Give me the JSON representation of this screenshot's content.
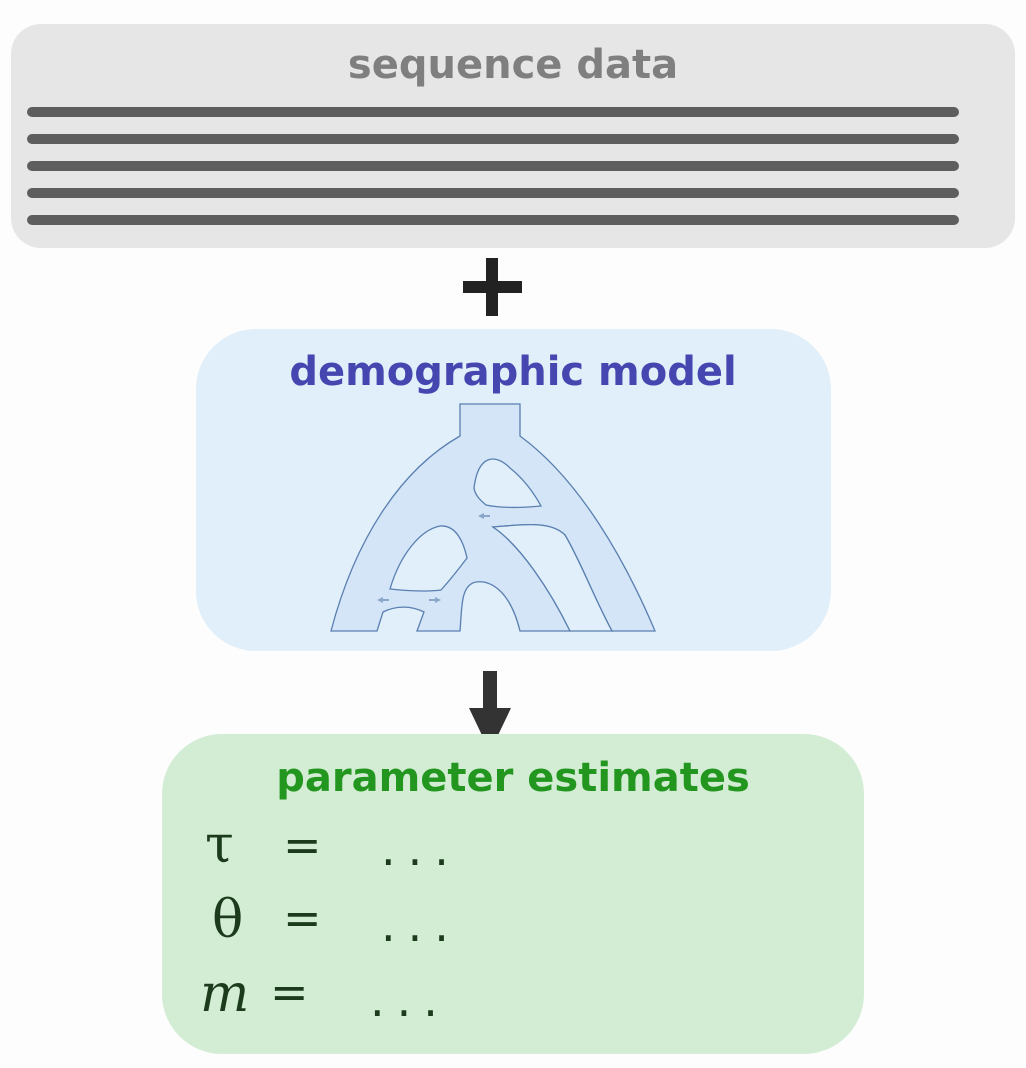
{
  "sequence_panel": {
    "title": "sequence data",
    "line_count": 5
  },
  "connector_plus": "+",
  "model_panel": {
    "title": "demographic model"
  },
  "estimates_panel": {
    "title": "parameter estimates",
    "parameters": [
      {
        "symbol": "τ",
        "equals": "=",
        "value": "..."
      },
      {
        "symbol": "θ",
        "equals": "=",
        "value": "..."
      },
      {
        "symbol": "m",
        "equals": "=",
        "value": "..."
      }
    ]
  },
  "colors": {
    "sequence_panel_bg": "#e6e6e6",
    "sequence_title": "#7f7f7f",
    "sequence_line": "#5e5e5e",
    "model_panel_bg": "#e0effa",
    "model_title": "#4646b0",
    "tree_fill": "#d3e5f6",
    "tree_stroke": "#5a7fb0",
    "estimates_panel_bg": "#d3edd4",
    "estimates_title": "#23961f",
    "param_text": "#1c3a1c",
    "connector": "#222222"
  },
  "icons": {
    "plus": "plus-icon",
    "arrow": "arrow-down-icon",
    "tree": "population-tree-icon"
  }
}
